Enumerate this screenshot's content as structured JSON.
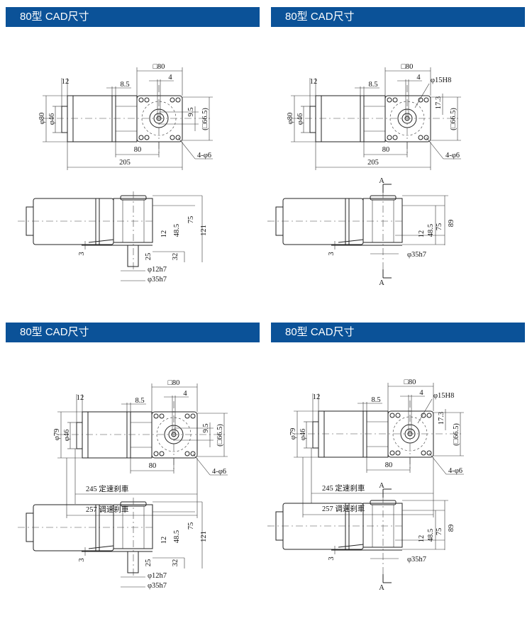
{
  "panels": [
    {
      "title": "80型 CAD尺寸",
      "variant": "solid",
      "labels": {
        "sq": "□80",
        "d1": "φ80",
        "d2": "φ46",
        "w12": "12",
        "w85": "8.5",
        "w4": "4",
        "h95": "9.5",
        "sq665": "(□66.5)",
        "holes": "4-φ6",
        "len80": "80",
        "total": "205",
        "s12": "12",
        "s485": "48.5",
        "s75": "75",
        "sH": "121",
        "s3": "3",
        "s25": "25",
        "s32": "32",
        "shaft1": "φ12h7",
        "shaft2": "φ35h7"
      }
    },
    {
      "title": "80型 CAD尺寸",
      "variant": "hollow",
      "labels": {
        "sq": "□80",
        "d1": "φ80",
        "d2": "φ46",
        "w12": "12",
        "w85": "8.5",
        "w4": "4",
        "bore": "φ15H8",
        "h173": "17.3",
        "sq665": "(□66.5)",
        "holes": "4-φ6",
        "len80": "80",
        "total": "205",
        "s12": "12",
        "s485": "48.5",
        "s75": "75",
        "sH": "89",
        "s3": "3",
        "shaft2": "φ35h7",
        "secA1": "A",
        "secA2": "A"
      }
    },
    {
      "title": "80型 CAD尺寸",
      "variant": "solid",
      "labels": {
        "sq": "□80",
        "d1": "φ79",
        "d2": "φ46",
        "w12": "12",
        "w85": "8.5",
        "w4": "4",
        "h95": "9.5",
        "sq665": "(□66.5)",
        "holes": "4-φ6",
        "len80": "80",
        "total1": "245 定速刹車",
        "total2": "257 调速刹車",
        "s12": "12",
        "s485": "48.5",
        "s75": "75",
        "sH": "121",
        "s3": "3",
        "s25": "25",
        "s32": "32",
        "shaft1": "φ12h7",
        "shaft2": "φ35h7"
      }
    },
    {
      "title": "80型 CAD尺寸",
      "variant": "hollow",
      "labels": {
        "sq": "□80",
        "d1": "φ79",
        "d2": "φ46",
        "w12": "12",
        "w85": "8.5",
        "w4": "4",
        "bore": "φ15H8",
        "h173": "17.3",
        "sq665": "(□66.5)",
        "holes": "4-φ6",
        "len80": "80",
        "total1": "245 定速刹車",
        "total2": "257 调速刹車",
        "s12": "12",
        "s485": "48.5",
        "s75": "75",
        "sH": "89",
        "s3": "3",
        "shaft2": "φ35h7",
        "secA1": "A",
        "secA2": "A"
      }
    }
  ]
}
